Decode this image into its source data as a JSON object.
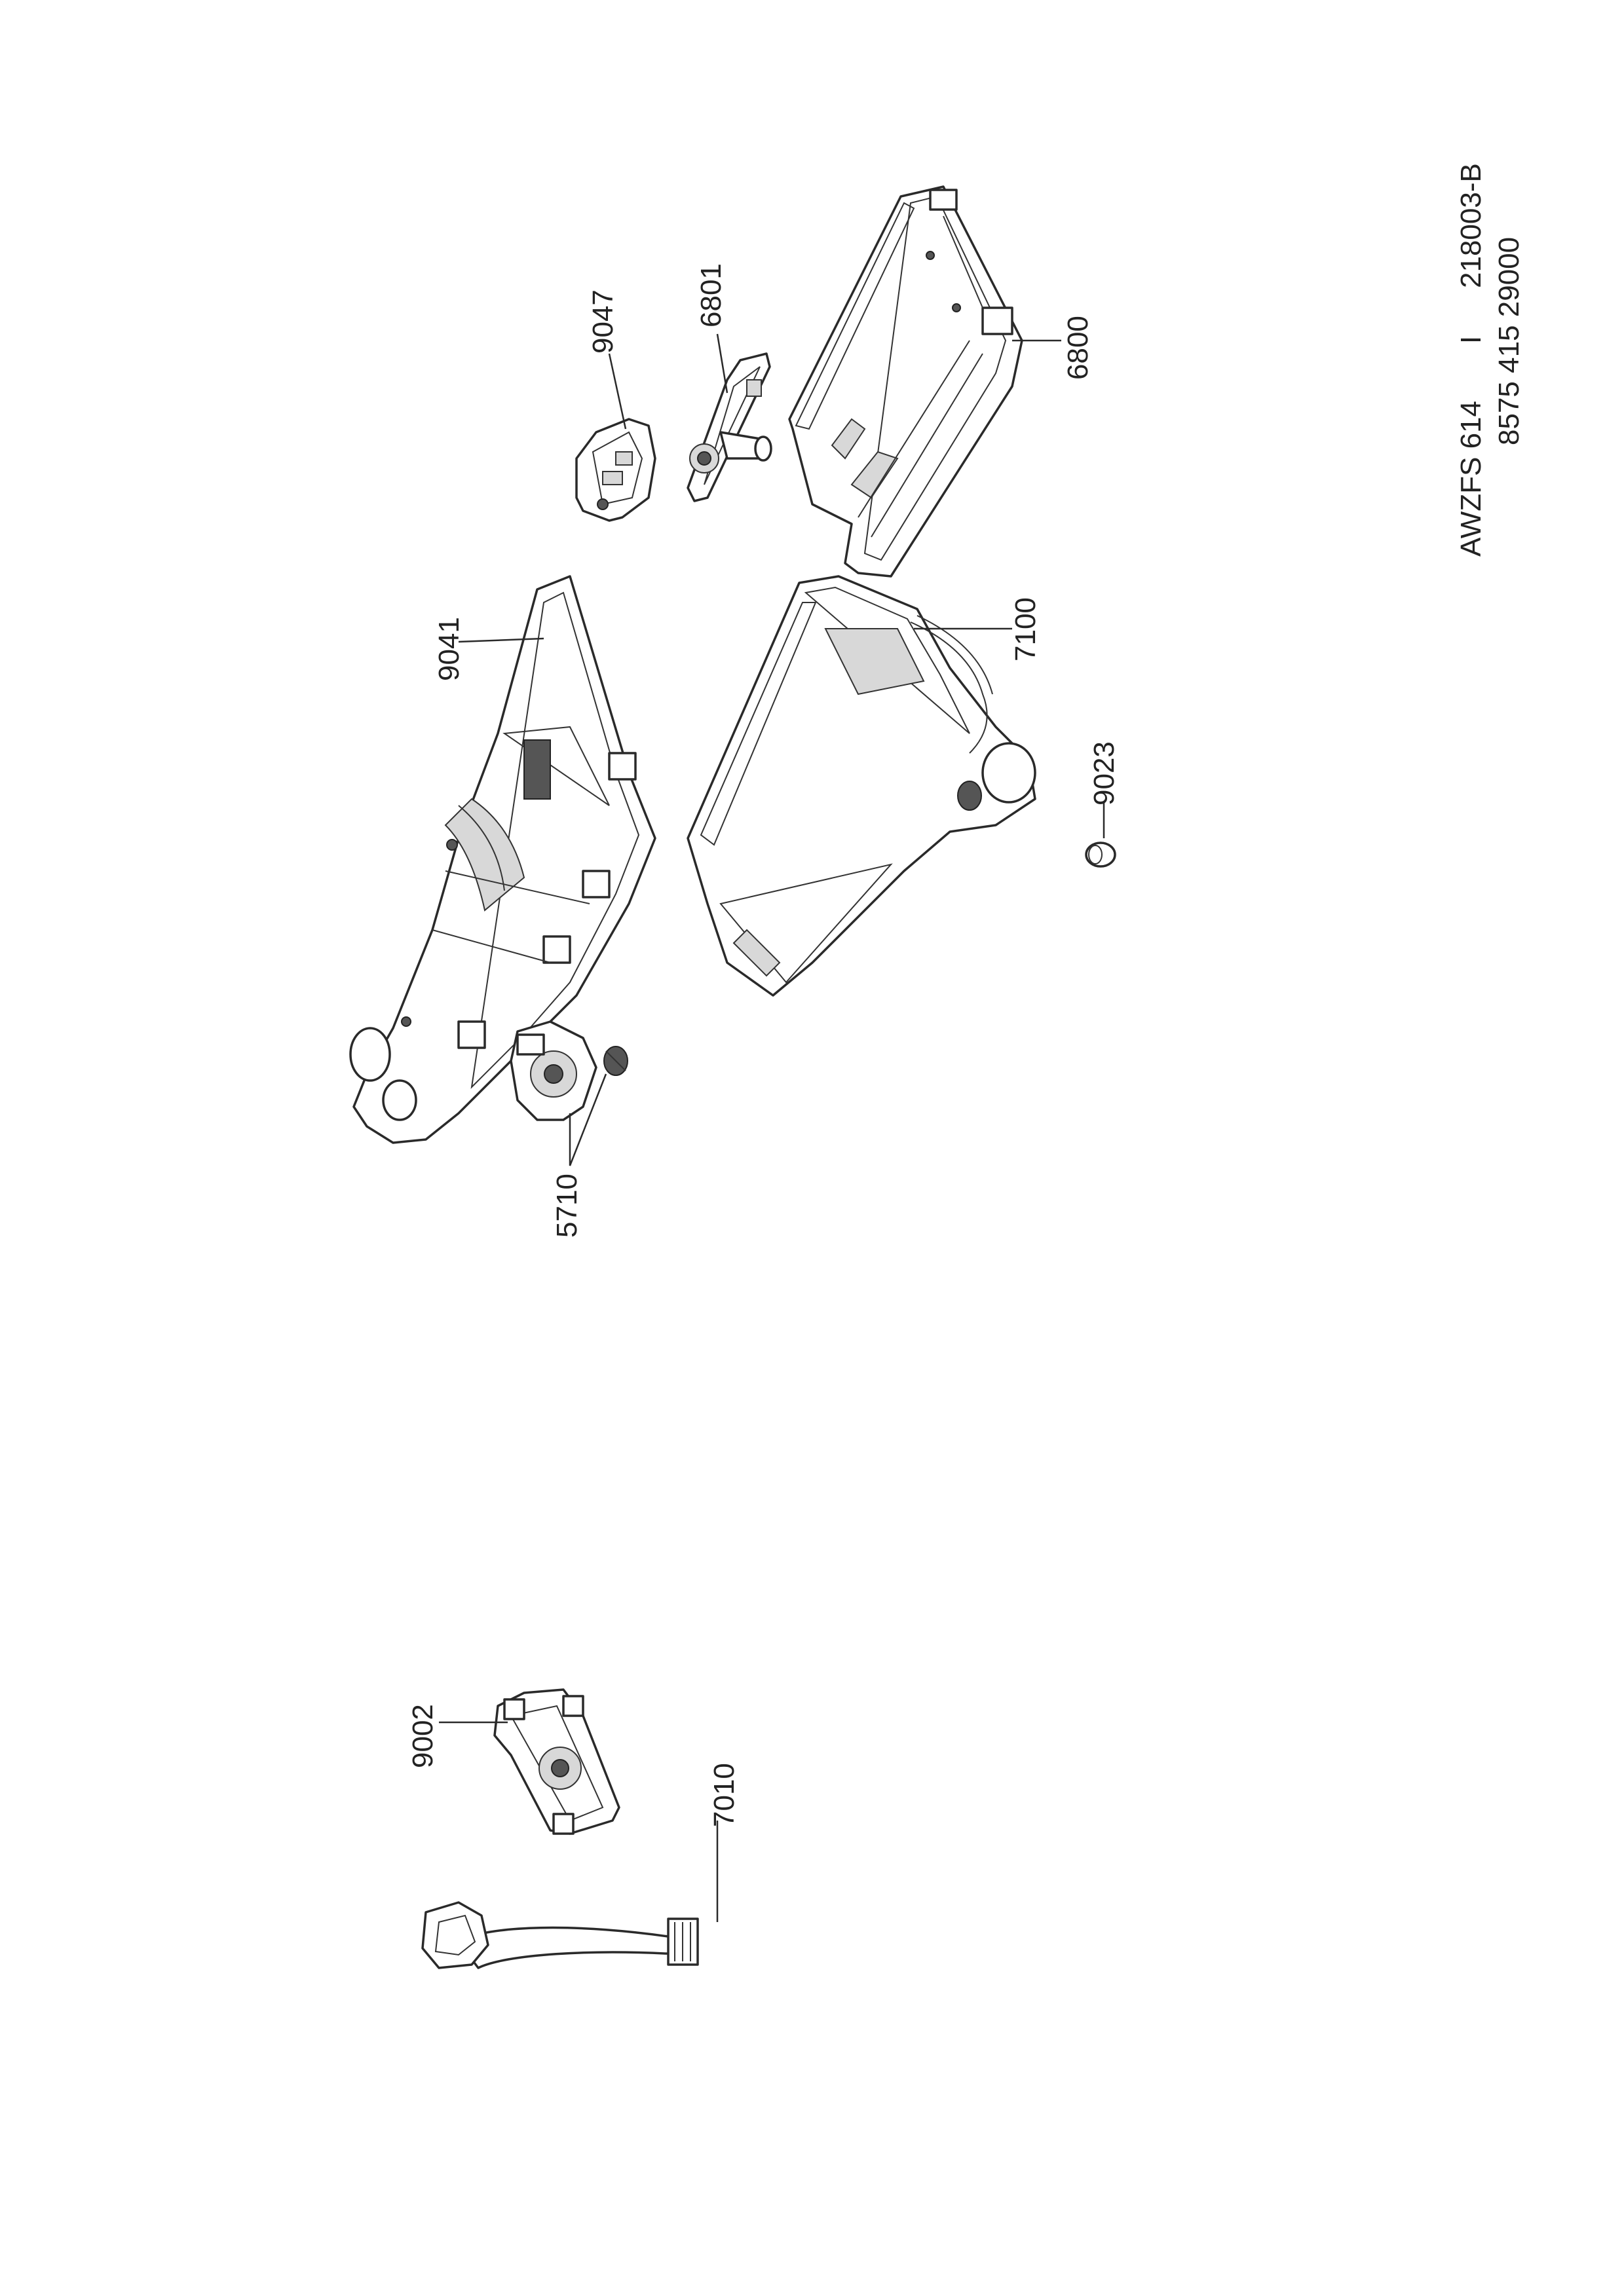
{
  "drawing": {
    "model": "AWZFS 614",
    "separator": "I",
    "drawing_number": "218003-B",
    "part_code": "8575 415 29000"
  },
  "parts": [
    {
      "id": "9047"
    },
    {
      "id": "6801"
    },
    {
      "id": "6800"
    },
    {
      "id": "9041"
    },
    {
      "id": "7100"
    },
    {
      "id": "9023"
    },
    {
      "id": "5710"
    },
    {
      "id": "9002"
    },
    {
      "id": "7010"
    }
  ]
}
